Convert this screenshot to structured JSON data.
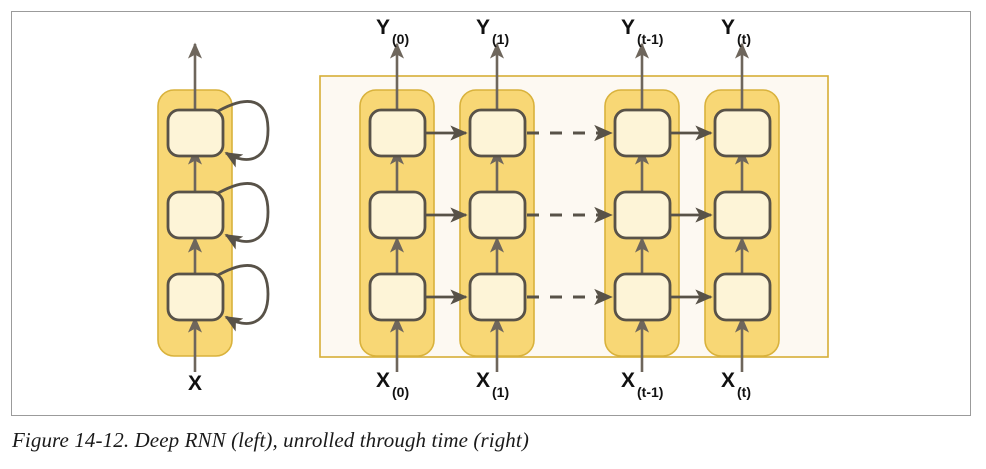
{
  "figure": {
    "caption": "Figure 14-12. Deep RNN (left), unrolled through time (right)",
    "frame_border_color": "#9b9b9b"
  },
  "colors": {
    "container_fill": "#f8d775",
    "container_stroke": "#d4ab2e",
    "cell_fill": "#fdf4d7",
    "cell_stroke": "#585248",
    "arrow_color": "#585248",
    "outer_panel_fill": "#fdf9f2",
    "outer_panel_stroke": "#d6ae36",
    "label_color": "#111111"
  },
  "left_diagram": {
    "name": "Deep RNN (rolled)",
    "input_label": {
      "base": "X",
      "sub": ""
    },
    "layer_count": 3,
    "has_self_loops": true,
    "has_output_arrow": true,
    "layers": [
      {
        "index": 0,
        "name": "layer-bottom"
      },
      {
        "index": 1,
        "name": "layer-middle"
      },
      {
        "index": 2,
        "name": "layer-top"
      }
    ]
  },
  "right_diagram": {
    "name": "Deep RNN unrolled through time",
    "layer_count": 3,
    "ellipsis_dashes": 3,
    "time_steps": [
      {
        "id": "t0",
        "input_label": {
          "base": "X",
          "sub": "(0)"
        },
        "output_label": {
          "base": "Y",
          "sub": "(0)"
        }
      },
      {
        "id": "t1",
        "input_label": {
          "base": "X",
          "sub": "(1)"
        },
        "output_label": {
          "base": "Y",
          "sub": "(1)"
        }
      },
      {
        "id": "tm1",
        "input_label": {
          "base": "X",
          "sub": "(t-1)"
        },
        "output_label": {
          "base": "Y",
          "sub": "(t-1)"
        }
      },
      {
        "id": "tt",
        "input_label": {
          "base": "X",
          "sub": "(t)"
        },
        "output_label": {
          "base": "Y",
          "sub": "(t)"
        }
      }
    ]
  }
}
